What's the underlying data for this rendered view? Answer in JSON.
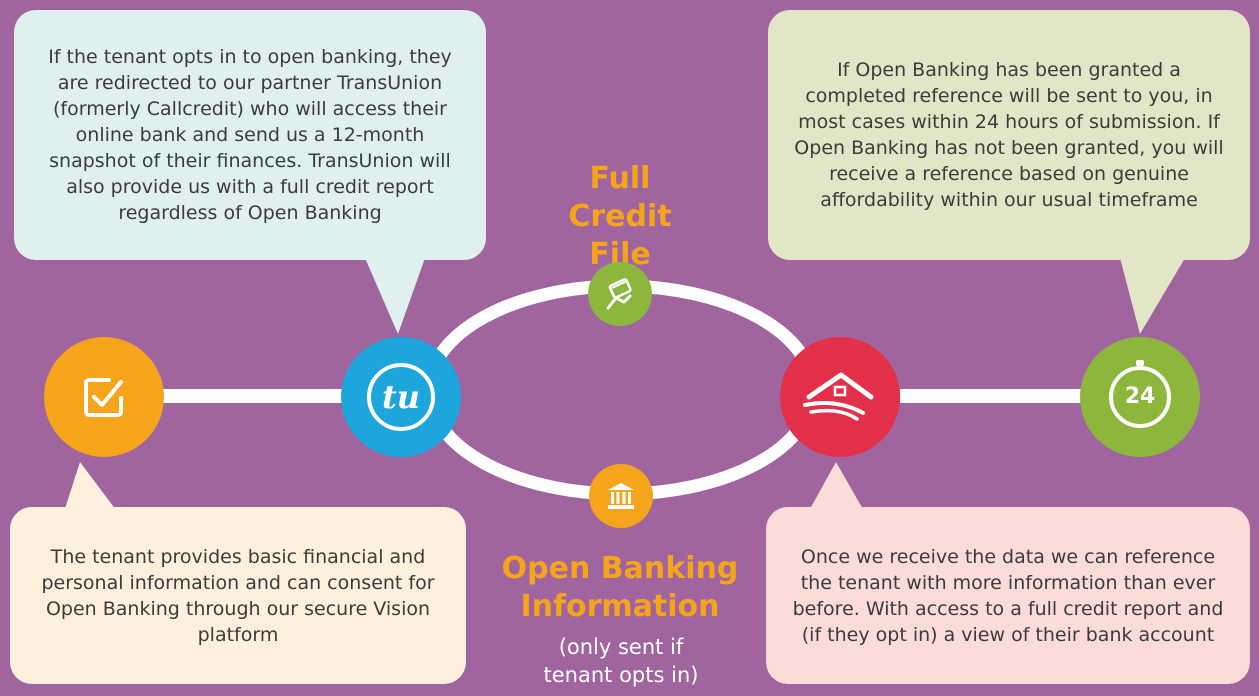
{
  "boxes": {
    "transunion": "If the tenant opts in to open banking, they are redirected to our partner TransUnion (formerly Callcredit) who will access their online bank and send us a 12-month snapshot of their finances. TransUnion will also provide us with a full credit report regardless of Open Banking",
    "reference_sent": "If Open Banking has been granted a completed reference will be sent to you, in most cases within 24 hours of submission. If Open Banking has not been granted, you will receive a reference based on genuine affordability within our usual timeframe",
    "tenant_provides": "The tenant provides basic financial and personal information and can consent for Open Banking through our secure Vision platform",
    "receive_data": "Once we receive the data we can reference the tenant with more information than ever before. With access to a full credit report and (if they opt in) a view of their bank account"
  },
  "labels": {
    "full_credit_file": "Full Credit File",
    "open_banking": "Open Banking Information",
    "open_banking_note": "(only sent if tenant opts in)"
  },
  "nodes": {
    "tu_logo_text": "tu",
    "timer_text": "24"
  },
  "colors": {
    "background": "#a0659f",
    "orange": "#f4a51c",
    "blue": "#1ea5dc",
    "red": "#e3304a",
    "green": "#8db63c",
    "box_blue": "#dff0ef",
    "box_green": "#e3e6c6",
    "box_cream": "#fdf1dd",
    "box_pink": "#fbdcd9"
  }
}
